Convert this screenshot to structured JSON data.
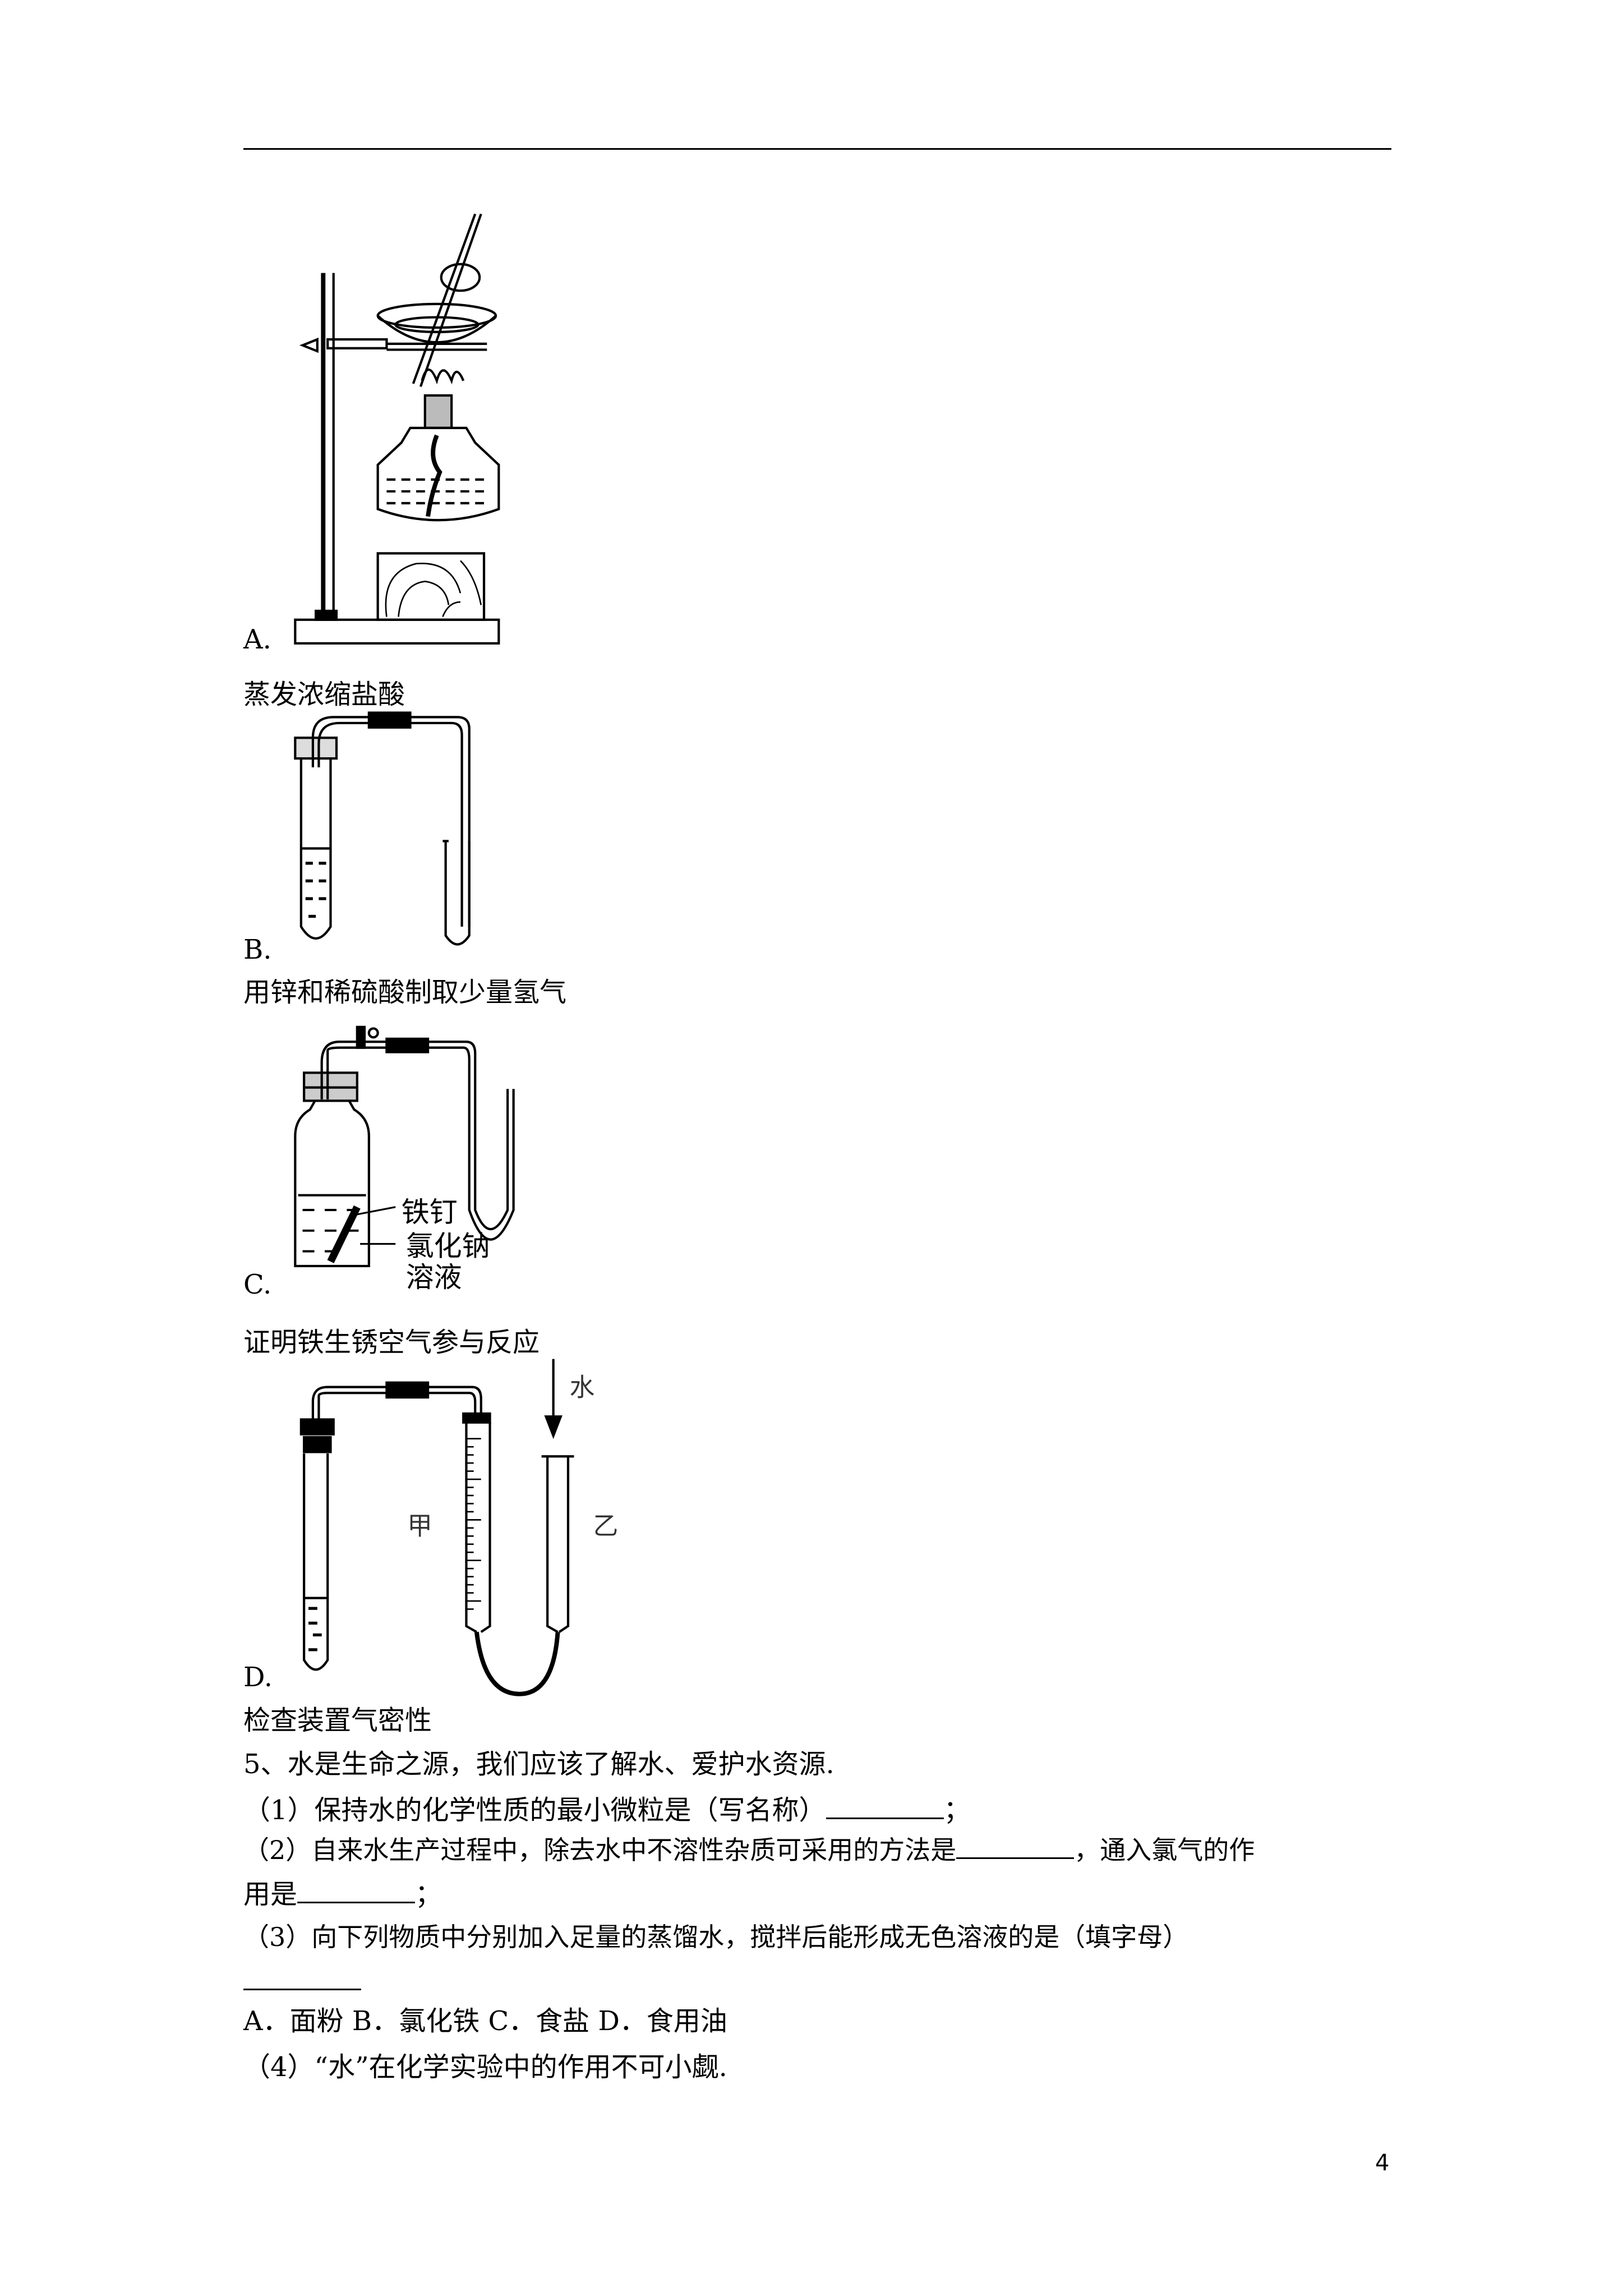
{
  "options": [
    {
      "letter": "A.",
      "caption": "蒸发浓缩盐酸"
    },
    {
      "letter": "B.",
      "caption": "用锌和稀硫酸制取少量氢气"
    },
    {
      "letter": "C.",
      "caption": "证明铁生锈空气参与反应",
      "labels": {
        "nail": "铁钉",
        "solution_1": "氯化钠",
        "solution_2": "溶液"
      }
    },
    {
      "letter": "D.",
      "caption": "检查装置气密性",
      "labels": {
        "water": "水",
        "jia": "甲",
        "yi": "乙"
      }
    }
  ],
  "question5": {
    "stem": "5、水是生命之源，我们应该了解水、爱护水资源.",
    "q1_a": "（1）保持水的化学性质的最小微粒是（写名称）",
    "q1_b": "；",
    "q2_a": "（2）自来水生产过程中，除去水中不溶性杂质可采用的方法是",
    "q2_b": "，通入氯气的作",
    "q2_c": "用是",
    "q2_d": "；",
    "q3": "（3）向下列物质中分别加入足量的蒸馏水，搅拌后能形成无色溶液的是（填字母）",
    "q3_choices": "A．面粉 B．氯化铁 C．食盐 D．食用油",
    "q4": "（4）“水”在化学实验中的作用不可小觑."
  },
  "page_number": "4"
}
